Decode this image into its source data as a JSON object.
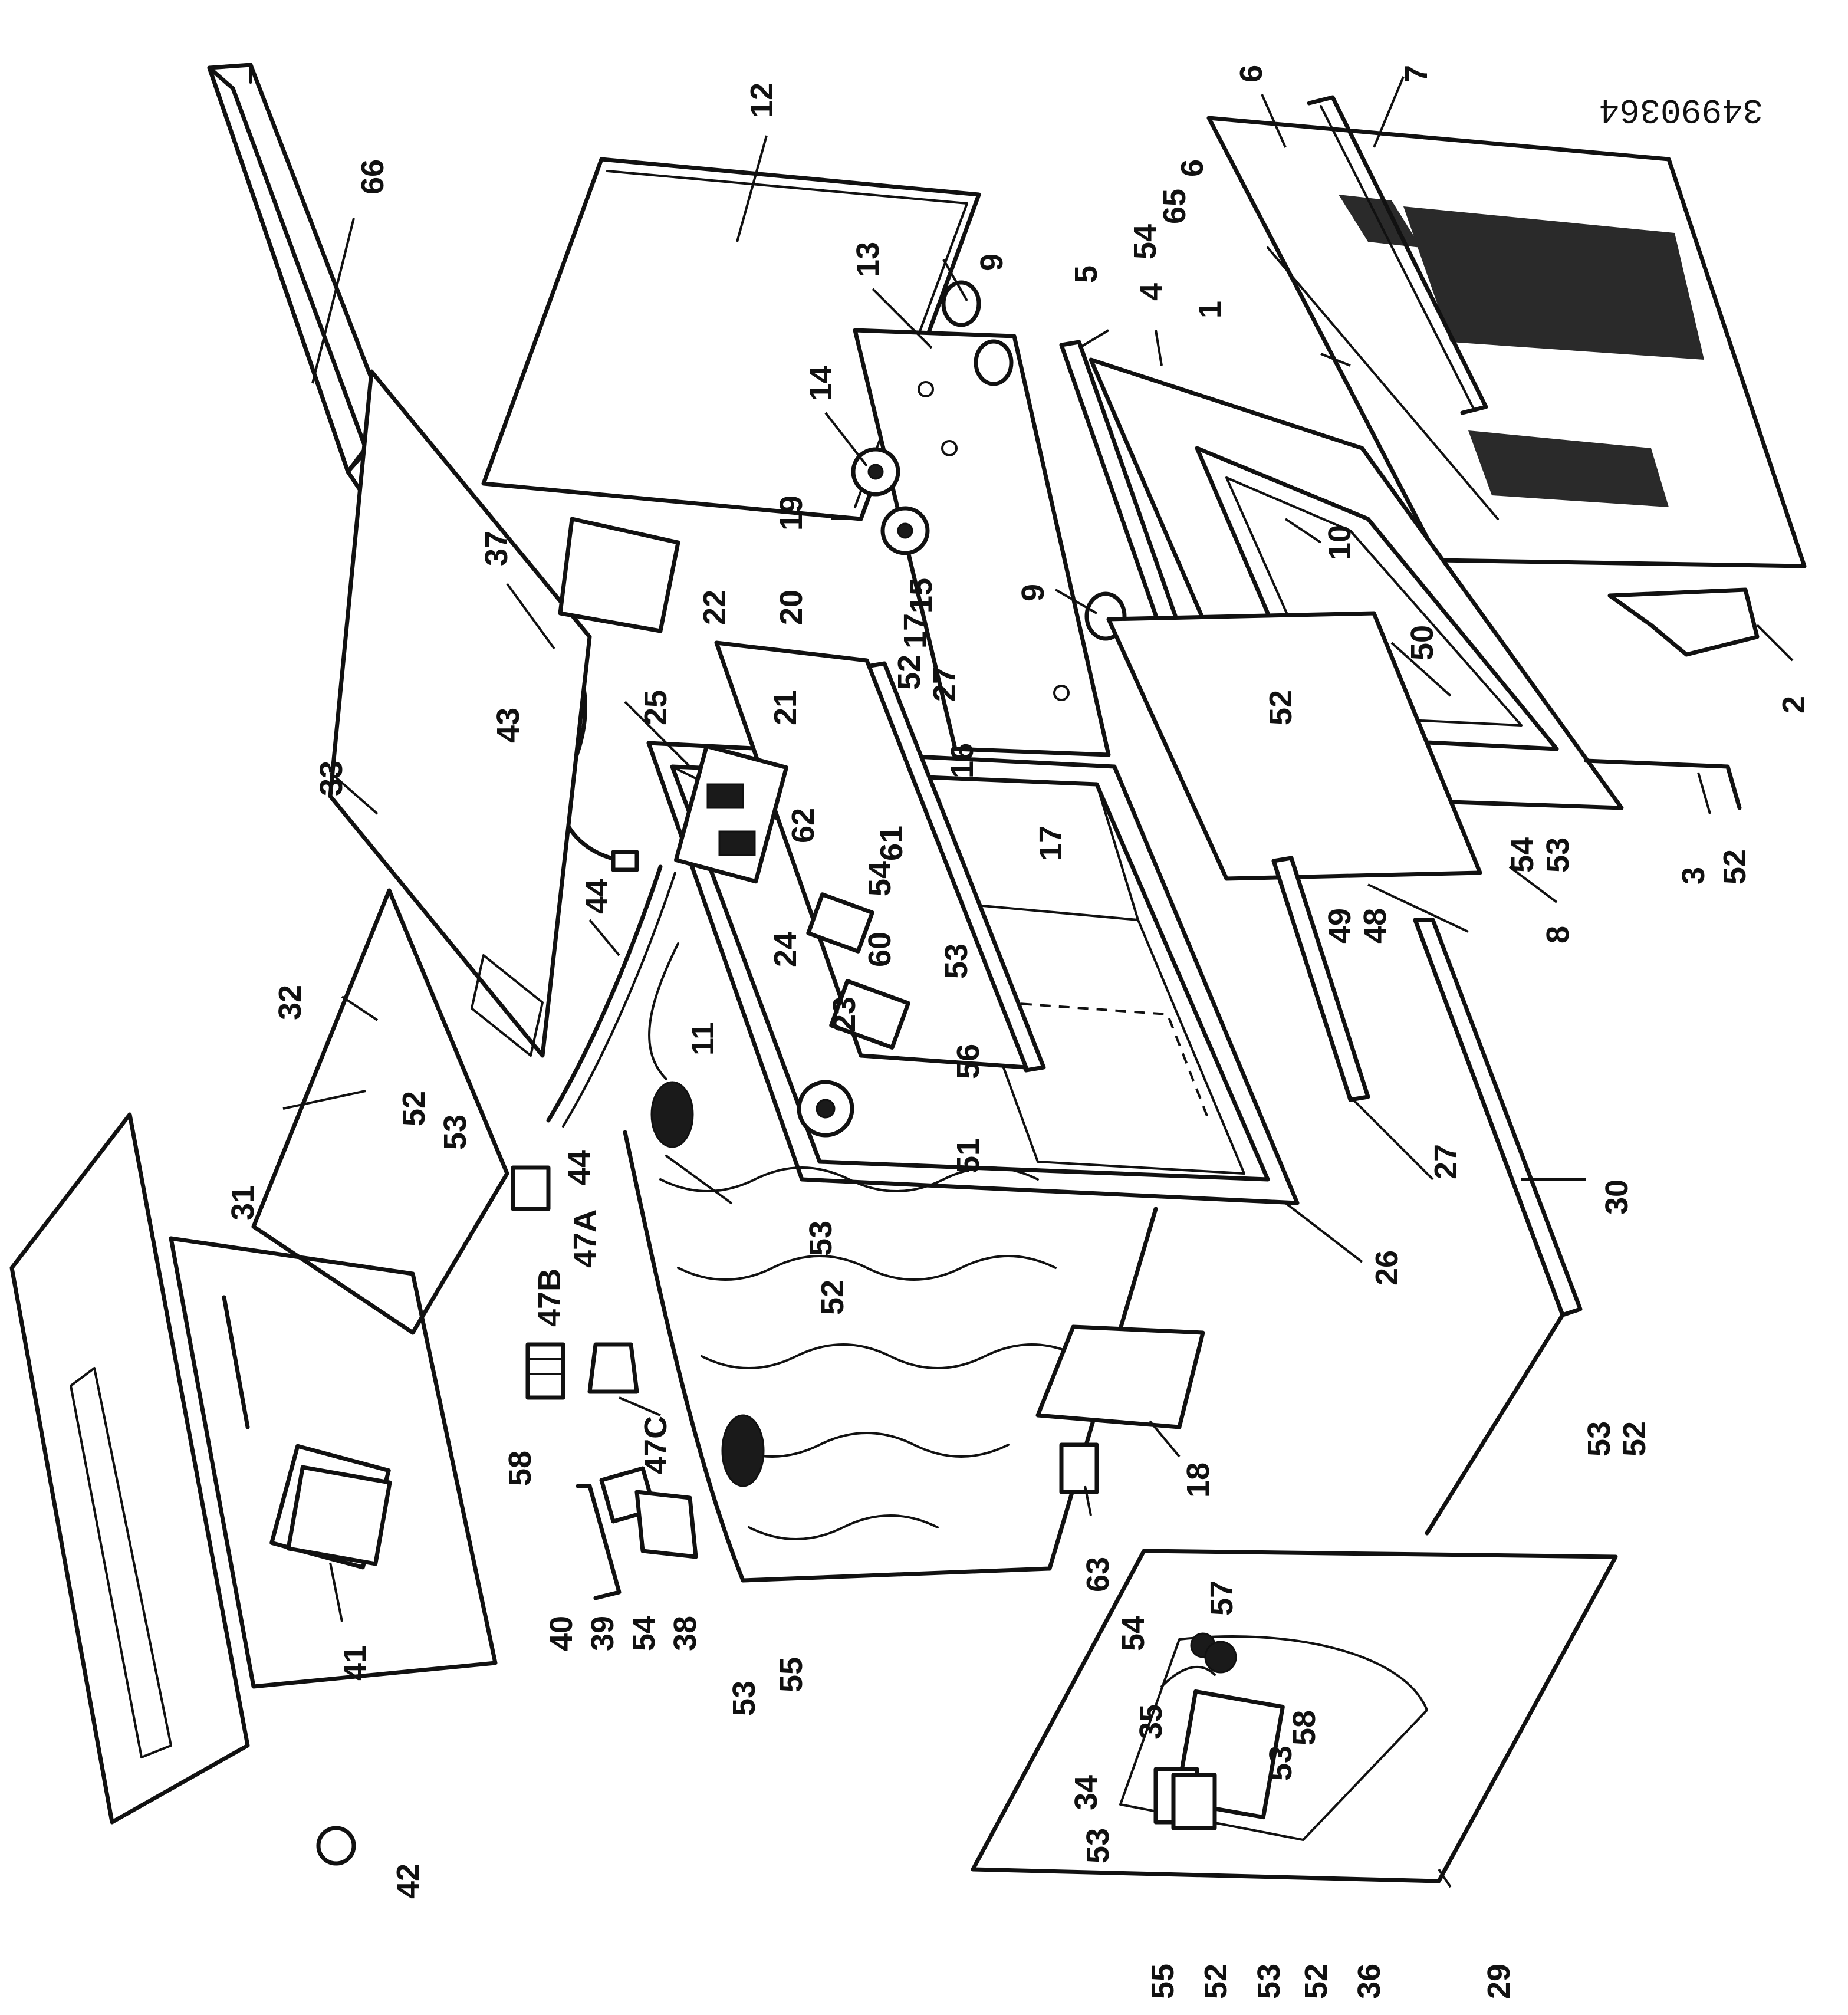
{
  "document_id": "34990364",
  "callout_labels": {
    "l1": "1",
    "l2": "2",
    "l3": "3",
    "l4": "4",
    "l5": "5",
    "l6": "6",
    "l7": "7",
    "l8": "8",
    "l9": "9",
    "l10": "10",
    "l11": "11",
    "l12": "12",
    "l13": "13",
    "l14": "14",
    "l15": "15",
    "l16": "16",
    "l17": "17",
    "l18": "18",
    "l19": "19",
    "l20": "20",
    "l21": "21",
    "l22": "22",
    "l23": "23",
    "l24": "24",
    "l25": "25",
    "l26": "26",
    "l27": "27",
    "l29": "29",
    "l30": "30",
    "l31": "31",
    "l32": "32",
    "l33": "33",
    "l34": "34",
    "l35": "35",
    "l36": "36",
    "l37": "37",
    "l38": "38",
    "l39": "39",
    "l40": "40",
    "l41": "41",
    "l42": "42",
    "l43": "43",
    "l44": "44",
    "l47A": "47A",
    "l47B": "47B",
    "l47C": "47C",
    "l48": "48",
    "l49": "49",
    "l50": "50",
    "l51": "51",
    "l52": "52",
    "l53": "53",
    "l54": "54",
    "l55": "55",
    "l56": "56",
    "l57": "57",
    "l58": "58",
    "l60": "60",
    "l61": "61",
    "l62": "62",
    "l63": "63",
    "l65": "65",
    "l66": "66"
  }
}
